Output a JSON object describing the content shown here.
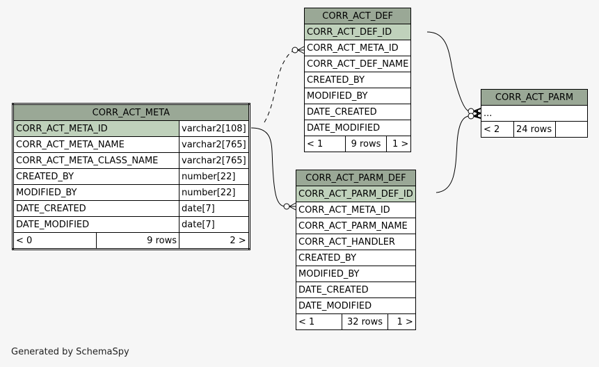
{
  "tables": {
    "corr_act_meta": {
      "name": "CORR_ACT_META",
      "columns": [
        {
          "name": "CORR_ACT_META_ID",
          "type": "varchar2[108]"
        },
        {
          "name": "CORR_ACT_META_NAME",
          "type": "varchar2[765]"
        },
        {
          "name": "CORR_ACT_META_CLASS_NAME",
          "type": "varchar2[765]"
        },
        {
          "name": "CREATED_BY",
          "type": "number[22]"
        },
        {
          "name": "MODIFIED_BY",
          "type": "number[22]"
        },
        {
          "name": "DATE_CREATED",
          "type": "date[7]"
        },
        {
          "name": "DATE_MODIFIED",
          "type": "date[7]"
        }
      ],
      "parents": "< 0",
      "rows": "9 rows",
      "children": "2 >"
    },
    "corr_act_def": {
      "name": "CORR_ACT_DEF",
      "columns": [
        "CORR_ACT_DEF_ID",
        "CORR_ACT_META_ID",
        "CORR_ACT_DEF_NAME",
        "CREATED_BY",
        "MODIFIED_BY",
        "DATE_CREATED",
        "DATE_MODIFIED"
      ],
      "parents": "< 1",
      "rows": "9 rows",
      "children": "1 >"
    },
    "corr_act_parm_def": {
      "name": "CORR_ACT_PARM_DEF",
      "columns": [
        "CORR_ACT_PARM_DEF_ID",
        "CORR_ACT_META_ID",
        "CORR_ACT_PARM_NAME",
        "CORR_ACT_HANDLER",
        "CREATED_BY",
        "MODIFIED_BY",
        "DATE_CREATED",
        "DATE_MODIFIED"
      ],
      "parents": "< 1",
      "rows": "32 rows",
      "children": "1 >"
    },
    "corr_act_parm": {
      "name": "CORR_ACT_PARM",
      "columns": [
        "..."
      ],
      "parents": "< 2",
      "rows": "24 rows",
      "children": ""
    }
  },
  "footer": "Generated by SchemaSpy"
}
